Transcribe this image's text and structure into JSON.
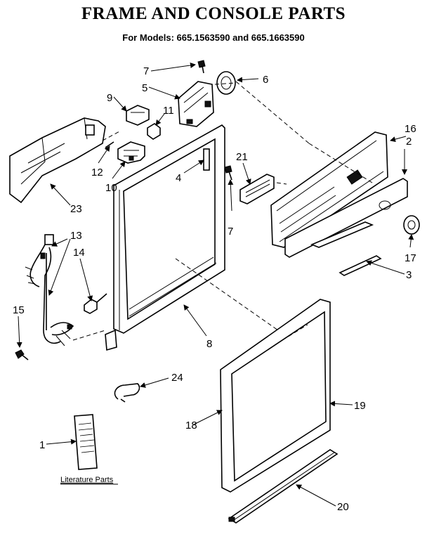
{
  "header": {
    "title": "FRAME AND CONSOLE PARTS",
    "subtitle": "For Models: 665.1563590 and 665.1663590"
  },
  "callouts": {
    "c1": "1",
    "c2": "2",
    "c3": "3",
    "c4": "4",
    "c5": "5",
    "c6": "6",
    "c7a": "7",
    "c7b": "7",
    "c8": "8",
    "c9": "9",
    "c10": "10",
    "c11": "11",
    "c12": "12",
    "c13": "13",
    "c14": "14",
    "c15": "15",
    "c16": "16",
    "c17": "17",
    "c18": "18",
    "c19": "19",
    "c20": "20",
    "c21": "21",
    "c23": "23",
    "c24": "24"
  },
  "literature": {
    "label": "Literature Parts"
  }
}
